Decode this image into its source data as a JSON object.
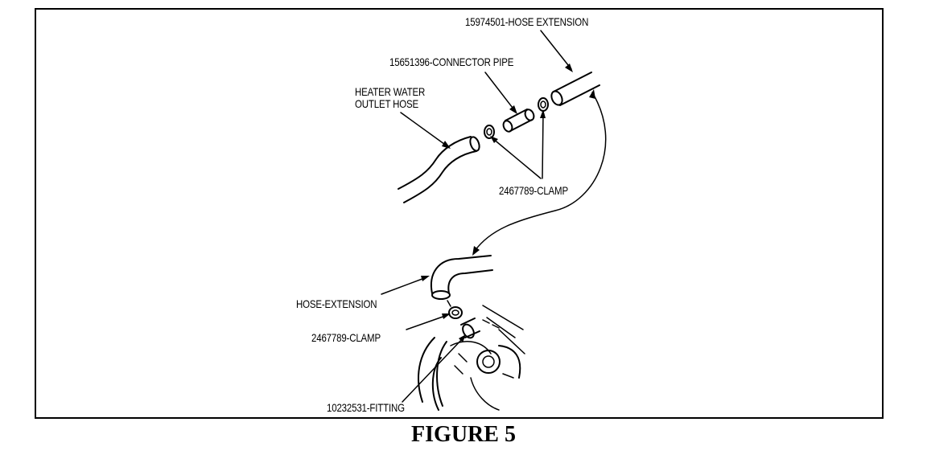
{
  "figure": {
    "caption": "FIGURE 5"
  },
  "labels": {
    "hose_extension_top": "15974501-HOSE EXTENSION",
    "connector_pipe": "15651396-CONNECTOR PIPE",
    "heater_outlet_line1": "HEATER WATER",
    "heater_outlet_line2": "OUTLET HOSE",
    "clamp_upper": "2467789-CLAMP",
    "hose_extension_lower": "HOSE-EXTENSION",
    "clamp_lower": "2467789-CLAMP",
    "fitting": "10232531-FITTING"
  },
  "colors": {
    "ink": "#000000",
    "paper": "#ffffff"
  }
}
